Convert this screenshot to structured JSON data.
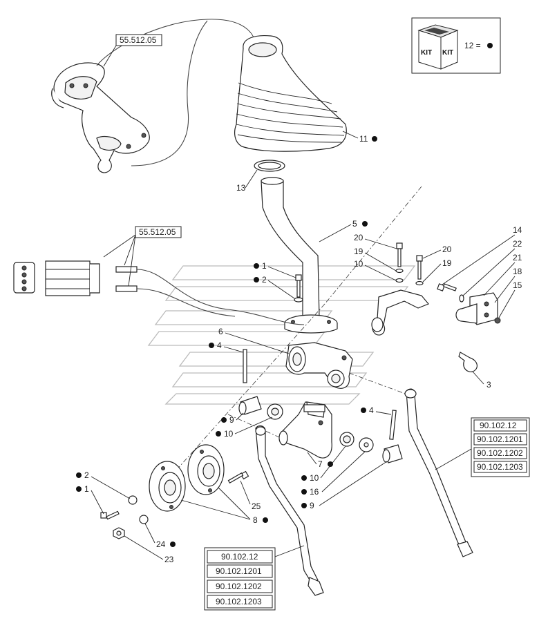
{
  "kit": {
    "icon": "kit-box-icon",
    "text1": "KIT",
    "text2": "KIT",
    "legend": "12 ="
  },
  "refs": {
    "joystick_top": "55.512.05",
    "harness": "55.512.05",
    "rod_right": [
      "90.102.12",
      "90.102.1201",
      "90.102.1202",
      "90.102.1203"
    ],
    "rod_bottom": [
      "90.102.12",
      "90.102.1201",
      "90.102.1202",
      "90.102.1203"
    ]
  },
  "labels": {
    "l11": "11",
    "l13": "13",
    "l5": "5",
    "l1a": "1",
    "l2a": "2",
    "l20a": "20",
    "l19a": "19",
    "l10a": "10",
    "l20b": "20",
    "l19b": "19",
    "l14": "14",
    "l22": "22",
    "l21": "21",
    "l18": "18",
    "l15": "15",
    "l6": "6",
    "l4a": "4",
    "l3": "3",
    "l9a": "9",
    "l10b": "10",
    "l4b": "4",
    "l7": "7",
    "l10c": "10",
    "l16": "16",
    "l9b": "9",
    "l2b": "2",
    "l1b": "1",
    "l25": "25",
    "l8": "8",
    "l24": "24",
    "l23": "23"
  }
}
